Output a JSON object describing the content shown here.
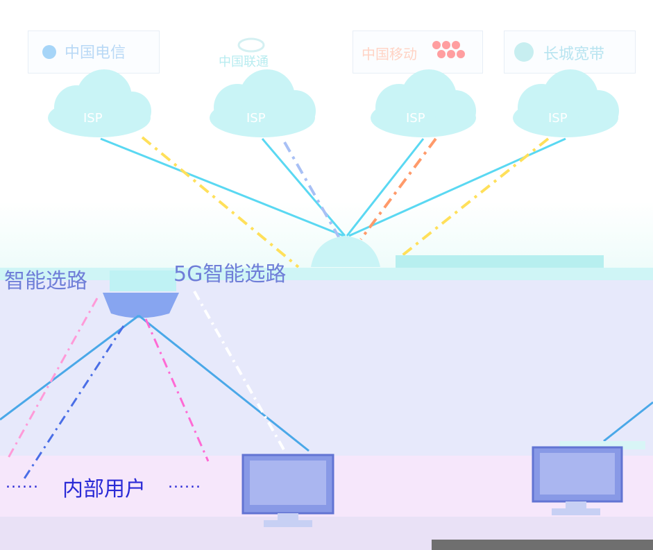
{
  "diagram": {
    "title_left": "智能选路",
    "title_center": "5G智能选路",
    "user_group_label": "内部用户",
    "ellipsis": "......",
    "isp_providers": [
      {
        "name": "中国电信"
      },
      {
        "name": "中国联通"
      },
      {
        "name": "中国移动"
      },
      {
        "name": "长城宽带"
      }
    ],
    "isp_cloud_label": "ISP",
    "colors": {
      "cloud_fill": "#c9f4f6",
      "line_main": "#5ad8f2",
      "line_yellow": "#ffe05a",
      "line_blue": "#4a6ee6",
      "line_pink": "#ff6ad4",
      "line_orange": "#ff9a6a",
      "router": "#87a5f0",
      "monitor": "#8899e6"
    }
  }
}
